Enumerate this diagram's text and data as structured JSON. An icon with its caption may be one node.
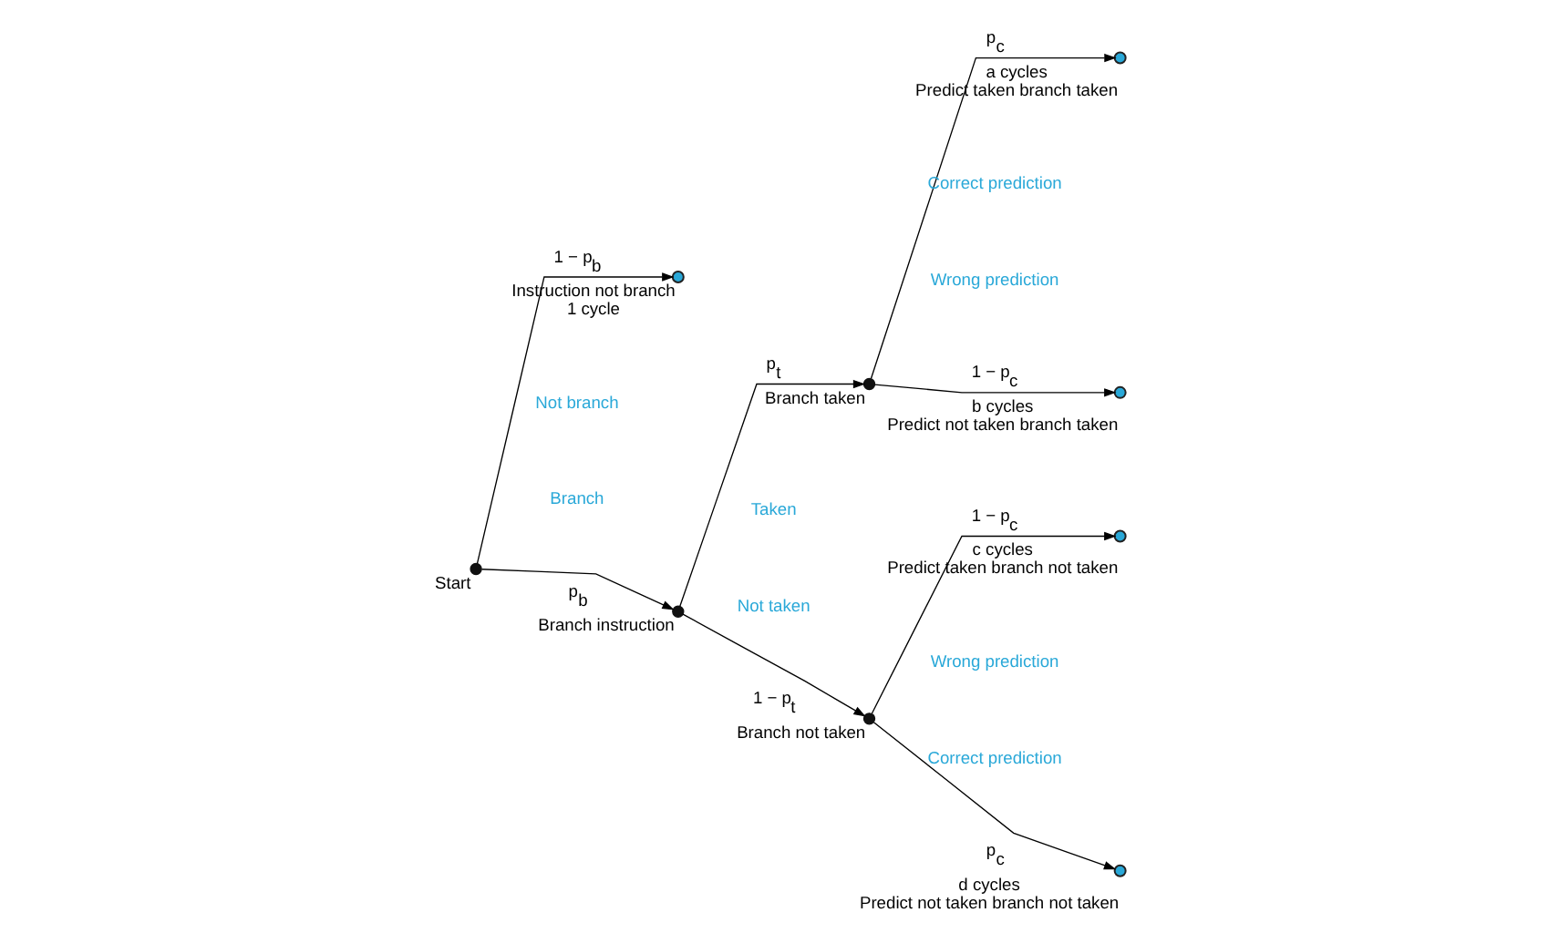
{
  "diagram": {
    "nodes": [
      {
        "text": [],
        "shape": "circle",
        "beside": [
          "Start"
        ]
      },
      {
        "text": [],
        "shape": "circle",
        "beside": [
          "Instruction not branch",
          "1 cycle"
        ]
      },
      {
        "text": [],
        "shape": "circle",
        "beside": [
          "Branch instruction"
        ]
      },
      {
        "text": [],
        "shape": "circle",
        "beside": [
          "Branch taken"
        ]
      },
      {
        "text": [],
        "shape": "circle",
        "beside": [
          "Branch not taken"
        ]
      },
      {
        "text": [],
        "shape": "circle",
        "beside": [
          "a cycles",
          "Predict taken branch taken"
        ]
      },
      {
        "text": [],
        "shape": "circle",
        "beside": [
          "b cycles",
          "Predict not taken branch taken"
        ]
      },
      {
        "text": [],
        "shape": "circle",
        "beside": [
          "c cycles",
          "Predict taken branch not taken"
        ]
      },
      {
        "text": [],
        "shape": "circle",
        "beside": [
          "d cycles",
          "Predict not taken branch not taken"
        ]
      }
    ],
    "edges": [
      {
        "from": 0,
        "to": 1,
        "arrow": "to",
        "label": "1 − p$_{b}$"
      },
      {
        "from": 0,
        "to": 2,
        "arrow": "to",
        "label": "p$_{b}$"
      },
      {
        "from": 2,
        "to": 3,
        "arrow": "to",
        "label": "p$_{t}$"
      },
      {
        "from": 2,
        "to": 4,
        "arrow": "to",
        "label": "1 − p$_{t}$"
      },
      {
        "from": 3,
        "to": 5,
        "arrow": "to",
        "label": "p$_{c}$"
      },
      {
        "from": 3,
        "to": 6,
        "arrow": "to",
        "label": "1 − p$_{c}$"
      },
      {
        "from": 4,
        "to": 7,
        "arrow": "to",
        "label": "1 − p$_{c}$"
      },
      {
        "from": 4,
        "to": 8,
        "arrow": "to",
        "label": "p$_{c}$"
      }
    ],
    "labels": [
      "Not branch",
      "Branch",
      "Taken",
      "Not taken",
      "Correct prediction",
      "Wrong prediction",
      "Wrong prediction",
      "Correct prediction"
    ]
  }
}
